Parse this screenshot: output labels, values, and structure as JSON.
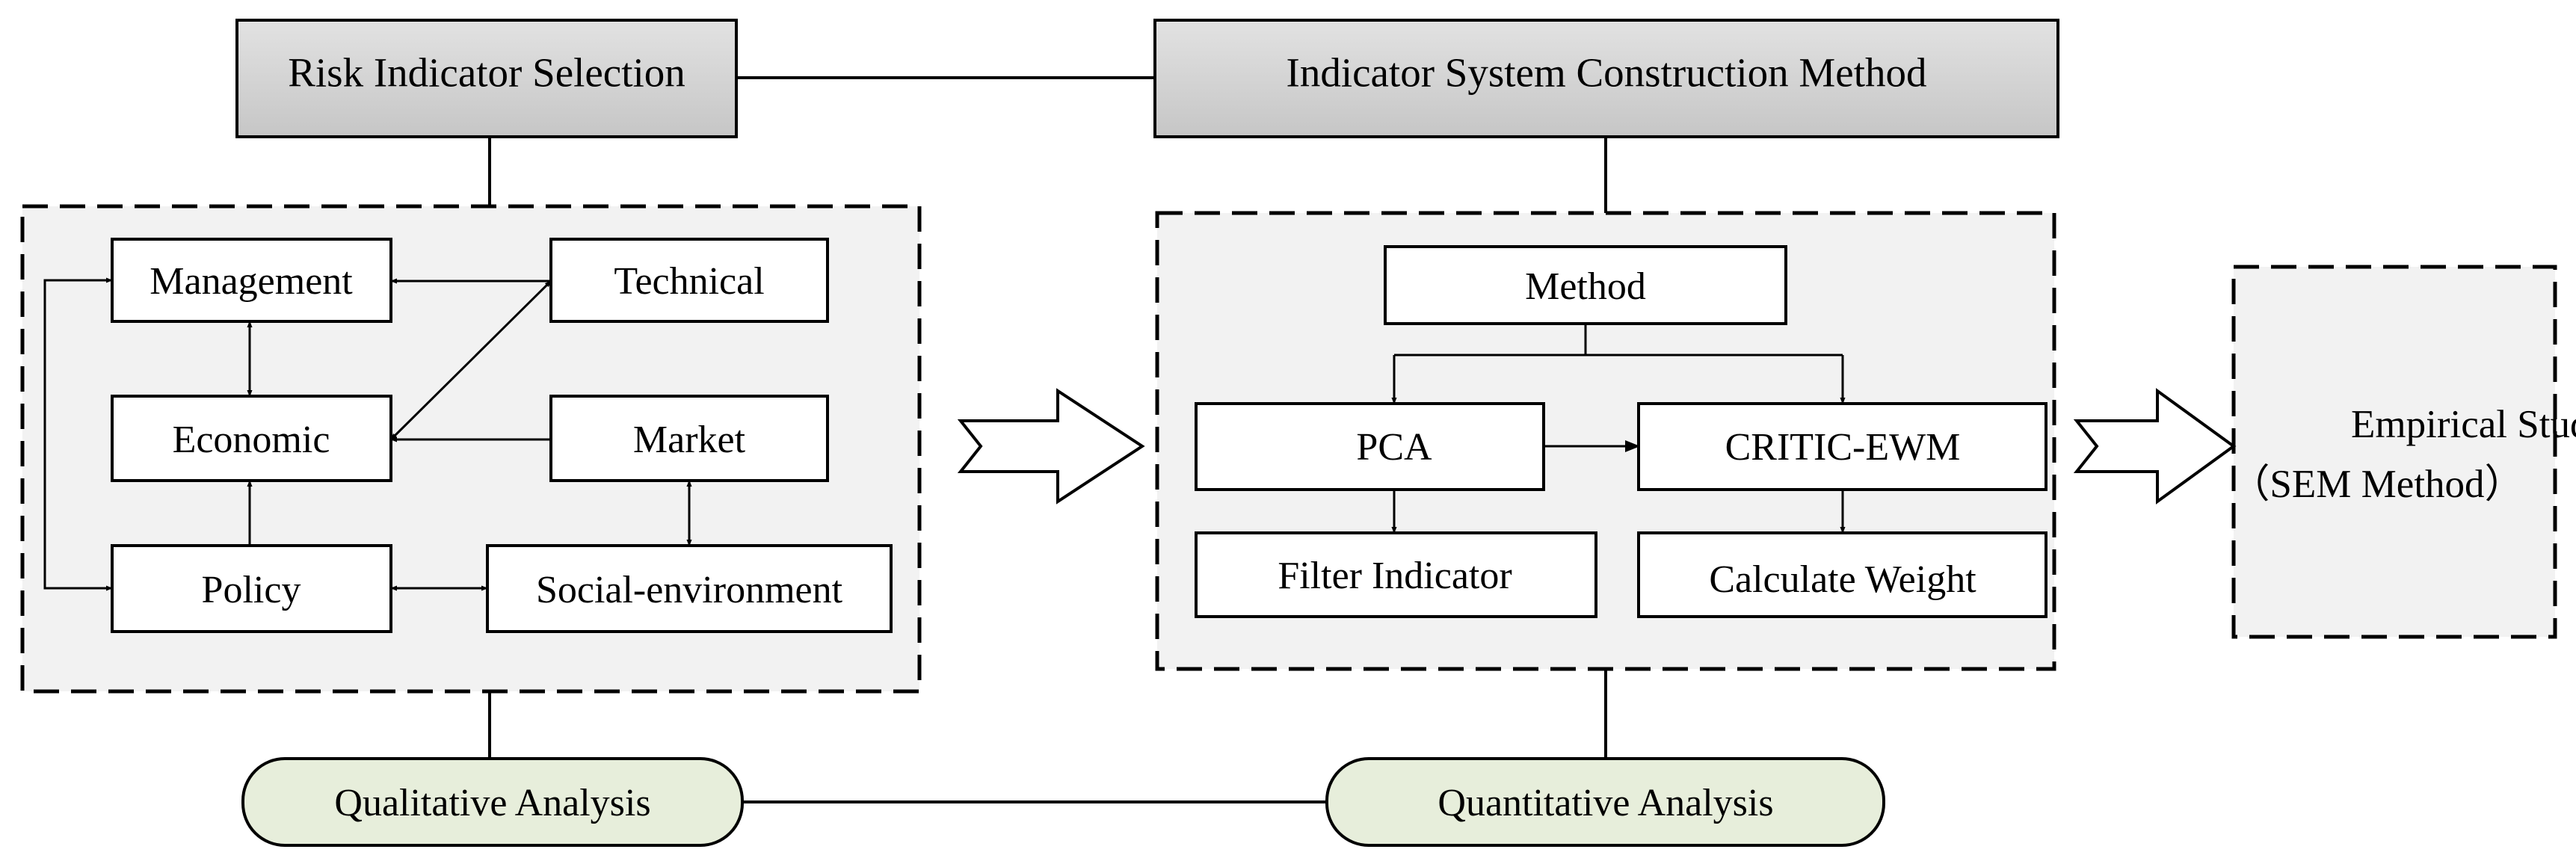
{
  "header": {
    "left": "Risk Indicator Selection",
    "right": "Indicator System Construction Method"
  },
  "risk_factors": {
    "management": "Management",
    "technical": "Technical",
    "economic": "Economic",
    "market": "Market",
    "policy": "Policy",
    "social_environment": "Social-environment"
  },
  "method": {
    "title": "Method",
    "pca": "PCA",
    "critic_ewm": "CRITIC-EWM",
    "filter_indicator": "Filter Indicator",
    "calculate_weight": "Calculate Weight"
  },
  "empirical": {
    "line1": "Empirical Study",
    "line2": "（SEM Method）"
  },
  "analysis": {
    "qualitative": "Qualitative Analysis",
    "quantitative": "Quantitative Analysis"
  },
  "colors": {
    "header_fill": "#d4d4d4",
    "panel_fill": "#f2f2f2",
    "analysis_fill": "#e7eedb",
    "stroke": "#000000"
  }
}
